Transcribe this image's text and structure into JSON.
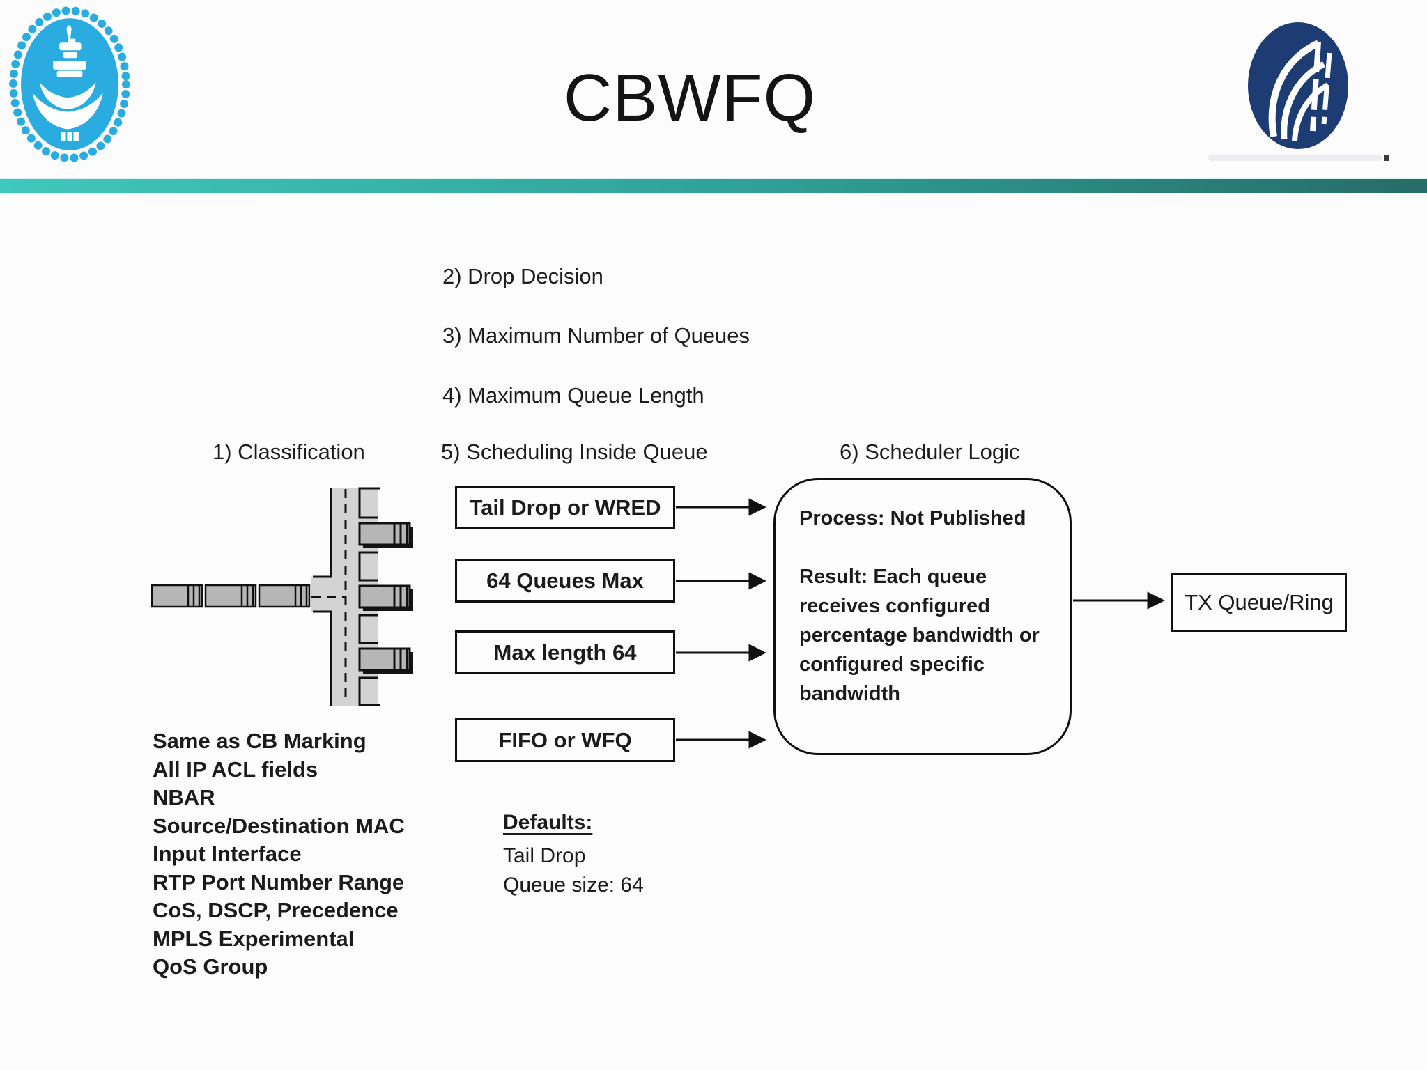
{
  "header": {
    "title": "CBWFQ"
  },
  "logos": {
    "left": "university-emblem",
    "right": "organization-mark"
  },
  "steps": {
    "classification": "1) Classification",
    "drop_decision": "2) Drop Decision",
    "max_queues": "3) Maximum Number of Queues",
    "max_queue_length": "4) Maximum Queue Length",
    "scheduling_inside": "5) Scheduling Inside Queue",
    "scheduler_logic": "6) Scheduler Logic"
  },
  "queue_boxes": {
    "box1": "Tail Drop or WRED",
    "box2": "64 Queues Max",
    "box3": "Max length 64",
    "box4": "FIFO or WFQ"
  },
  "scheduler_box": {
    "process": "Process: Not Published",
    "result": "Result: Each queue receives configured percentage bandwidth or configured specific bandwidth"
  },
  "tx_box": {
    "label": "TX Queue/Ring"
  },
  "classification_list": {
    "items": [
      "Same as CB Marking",
      "All IP ACL fields",
      "NBAR",
      "Source/Destination MAC",
      "Input Interface",
      "RTP Port Number Range",
      "CoS, DSCP, Precedence",
      "MPLS Experimental",
      "QoS Group"
    ]
  },
  "defaults": {
    "heading": "Defaults:",
    "line1": "Tail Drop",
    "line2": "Queue size: 64"
  },
  "colors": {
    "accent_bar_left": "#3fc8bd",
    "accent_bar_mid": "#2f9e96",
    "accent_bar_right": "#266c68",
    "logo_left_blue": "#2aace0",
    "logo_right_navy": "#1e3c74",
    "text": "#1b1b1b",
    "packet_gray": "#b6b6b6",
    "road_gray": "#d3d3d3"
  }
}
